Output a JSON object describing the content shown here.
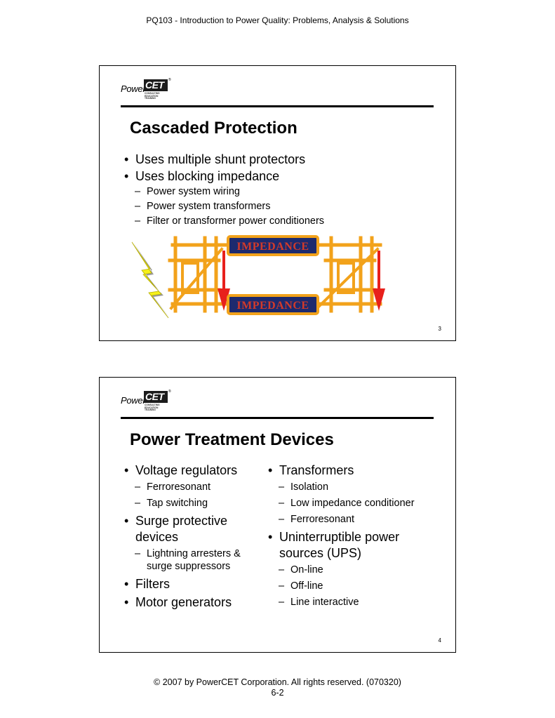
{
  "header": {
    "text": "PQ103 - Introduction to Power Quality:  Problems, Analysis & Solutions"
  },
  "logo": {
    "power_text": "Power",
    "cet_text": "CET",
    "tiny_text": "CONSULTING EDUCATION TRAINING",
    "reg_mark": "®"
  },
  "slide1": {
    "title": "Cascaded Protection",
    "bullets": [
      {
        "text": "Uses multiple shunt protectors"
      },
      {
        "text": "Uses blocking impedance"
      }
    ],
    "sub_bullets": [
      "Power system wiring",
      "Power system transformers",
      "Filter or transformer power conditioners"
    ],
    "diagram": {
      "top_label": "IMPEDANCE",
      "bottom_label": "IMPEDANCE",
      "colors": {
        "wire": "#f2a21b",
        "arrow": "#e8201c",
        "label_box": "#1d2a6e",
        "label_text": "#d23a2a",
        "lightning": "#f5f01a"
      }
    },
    "slide_number": "3"
  },
  "slide2": {
    "title": "Power Treatment Devices",
    "left_column": [
      {
        "text": "Voltage regulators",
        "subs": [
          "Ferroresonant",
          "Tap switching"
        ]
      },
      {
        "text": "Surge protective devices",
        "subs": [
          "Lightning arresters & surge suppressors"
        ]
      },
      {
        "text": "Filters",
        "subs": []
      },
      {
        "text": "Motor generators",
        "subs": []
      }
    ],
    "right_column": [
      {
        "text": "Transformers",
        "subs": [
          "Isolation",
          "Low impedance conditioner",
          "Ferroresonant"
        ]
      },
      {
        "text": "Uninterruptible power sources (UPS)",
        "subs": [
          "On-line",
          "Off-line",
          "Line interactive"
        ]
      }
    ],
    "slide_number": "4"
  },
  "footer": {
    "line1": "© 2007 by PowerCET Corporation.  All rights reserved.  (070320)",
    "line2": "6-2"
  }
}
